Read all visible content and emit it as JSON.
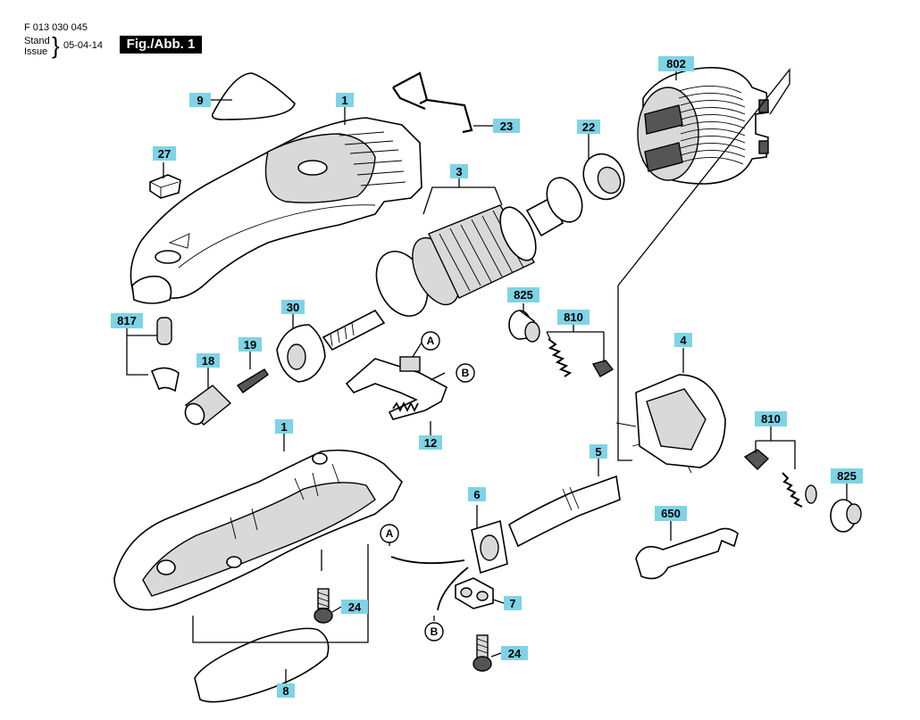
{
  "header": {
    "doc_number": "F 013 030 045",
    "stand": "Stand",
    "issue": "Issue",
    "date": "05-04-14",
    "figure": "Fig./Abb. 1"
  },
  "callouts": {
    "p9": "9",
    "p1_top": "1",
    "p23": "23",
    "p802": "802",
    "p27": "27",
    "p22": "22",
    "p3": "3",
    "p825_a": "825",
    "p810_a": "810",
    "p817": "817",
    "p30": "30",
    "p18": "18",
    "p19": "19",
    "p12": "12",
    "p4": "4",
    "p1_bottom": "1",
    "p810_b": "810",
    "p825_b": "825",
    "p5": "5",
    "p6": "6",
    "p650": "650",
    "p7": "7",
    "p24_a": "24",
    "p24_b": "24",
    "p8": "8"
  },
  "connectors": {
    "a_top": "A",
    "b_top": "B",
    "a_bottom": "A",
    "b_bottom": "B"
  }
}
